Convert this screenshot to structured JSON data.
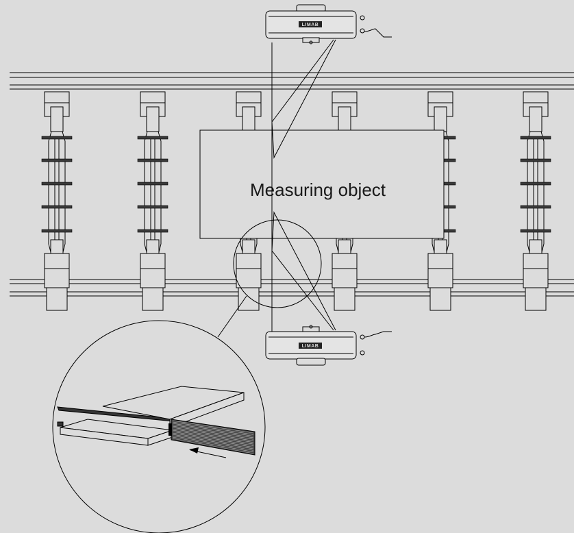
{
  "diagram": {
    "object_label": "Measuring object",
    "sensor_brand": "LIMAB",
    "rollers_count": 6,
    "background": "#dcdcdc",
    "line_color": "#000000"
  }
}
